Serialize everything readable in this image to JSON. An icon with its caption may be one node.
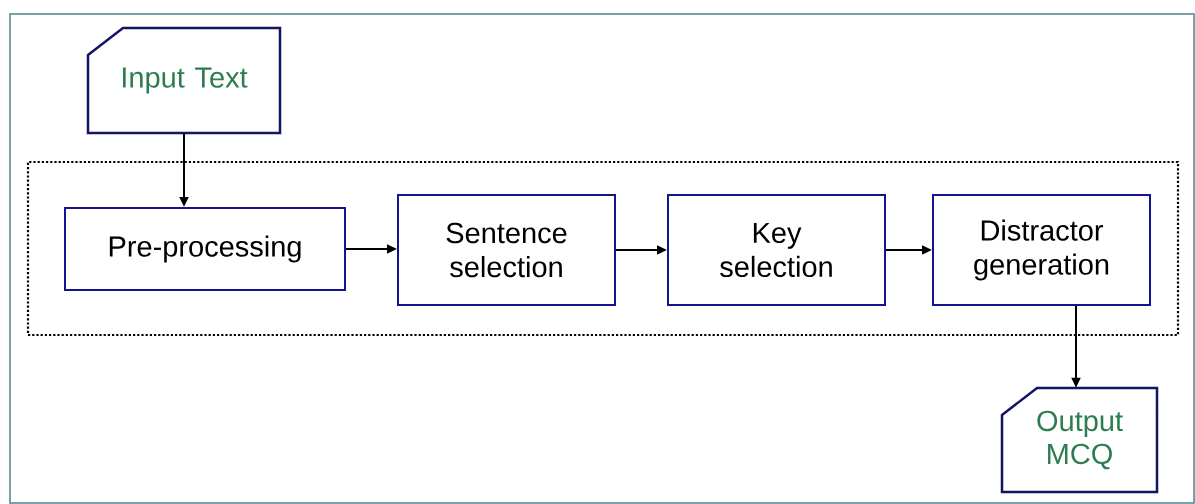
{
  "diagram": {
    "nodes": [
      {
        "text": [
          "Input Text"
        ]
      },
      {
        "text": [],
        "shape": "box"
      },
      {
        "text": [
          "Pre-processing"
        ],
        "in": 1
      },
      {
        "text": [
          "Sentence selection"
        ],
        "in": 1
      },
      {
        "text": [
          "Key selection"
        ],
        "in": 1
      },
      {
        "text": [
          "Distractor generation"
        ],
        "in": 1
      },
      {
        "text": [
          "Output MCQ"
        ]
      }
    ],
    "edges": [
      {
        "from": 0,
        "to": 2,
        "arrow": "to"
      },
      {
        "from": 2,
        "to": 3,
        "arrow": "to"
      },
      {
        "from": 3,
        "to": 4,
        "arrow": "to"
      },
      {
        "from": 4,
        "to": 5,
        "arrow": "to"
      },
      {
        "from": 5,
        "to": 6,
        "arrow": "to"
      }
    ]
  }
}
